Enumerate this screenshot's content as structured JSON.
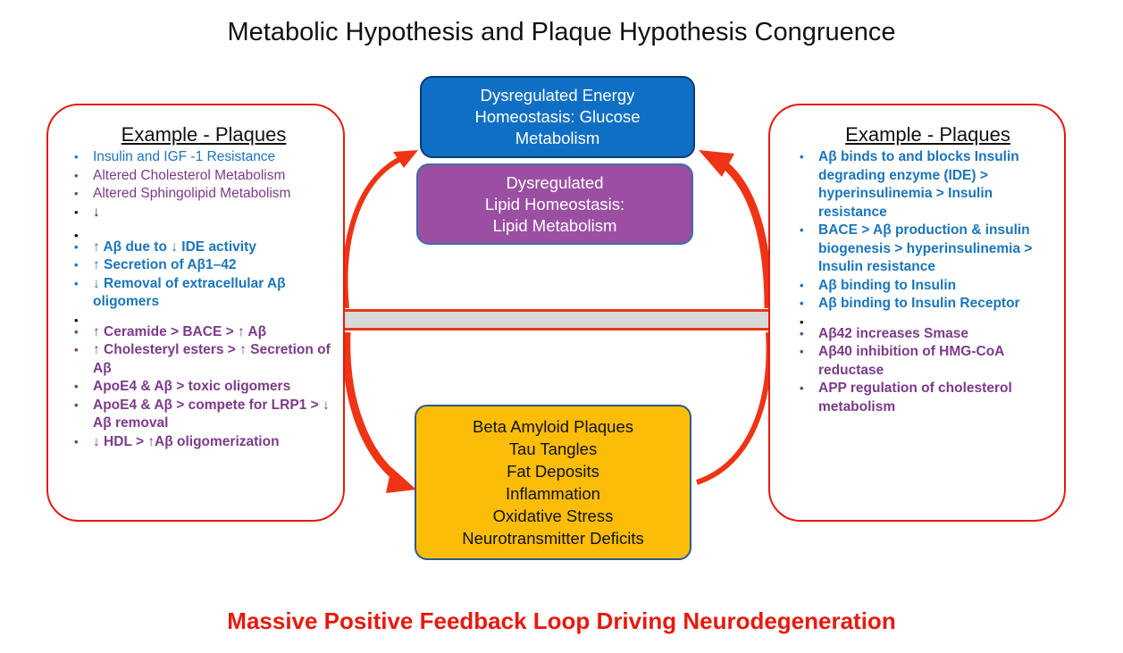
{
  "title": "Metabolic Hypothesis and Plaque Hypothesis Congruence",
  "footer": "Massive Positive Feedback Loop Driving Neurodegeneration",
  "colors": {
    "red": "#e8190e",
    "blue": "#1b75bb",
    "purple": "#7d3a8a",
    "energy_box": "#0f6fc4",
    "lipid_box": "#9b4fa3",
    "outcome_box": "#fbbd07",
    "bar": "#d9d9d9"
  },
  "left_box": {
    "heading": "Example  - Plaques",
    "items": [
      {
        "text": "Insulin and IGF -1 Resistance",
        "kind": "bullet",
        "color": "blue",
        "weight": "normal"
      },
      {
        "text": "Altered Cholesterol Metabolism",
        "kind": "bullet",
        "color": "purple",
        "weight": "normal"
      },
      {
        "text": "Altered Sphingolipid Metabolism",
        "kind": "bullet",
        "color": "purple",
        "weight": "normal"
      },
      {
        "text": "↓",
        "kind": "arrowline"
      },
      {
        "text": "",
        "kind": "spacer"
      },
      {
        "text": "↑ Aβ due to ↓ IDE activity",
        "kind": "bullet",
        "color": "blue",
        "weight": "bold"
      },
      {
        "text": "↑ Secretion of  Aβ1–42",
        "kind": "bullet",
        "color": "blue",
        "weight": "bold"
      },
      {
        "text": "↓ Removal of extracellular Aβ oligomers",
        "kind": "bullet",
        "color": "blue",
        "weight": "bold"
      },
      {
        "text": "",
        "kind": "spacer"
      },
      {
        "text": "↑ Ceramide > BACE > ↑ Aβ",
        "kind": "bullet",
        "color": "purple",
        "weight": "bold"
      },
      {
        "text": "↑ Cholesteryl esters > ↑ Secretion of  Aβ",
        "kind": "bullet",
        "color": "purple",
        "weight": "bold"
      },
      {
        "text": "ApoE4 & Aβ > toxic oligomers",
        "kind": "bullet",
        "color": "purple",
        "weight": "bold"
      },
      {
        "text": "ApoE4 & Aβ > compete for LRP1 > ↓ Aβ removal",
        "kind": "bullet",
        "color": "purple",
        "weight": "bold"
      },
      {
        "text": "↓ HDL > ↑Aβ oligomerization",
        "kind": "bullet",
        "color": "purple",
        "weight": "bold"
      }
    ]
  },
  "right_box": {
    "heading": "Example -  Plaques",
    "items": [
      {
        "text": "Aβ binds to and blocks Insulin degrading enzyme (IDE) > hyperinsulinemia > Insulin resistance",
        "kind": "bullet",
        "color": "blue",
        "weight": "bold"
      },
      {
        "text": "BACE > Aβ production & insulin biogenesis > hyperinsulinemia > Insulin resistance",
        "kind": "bullet",
        "color": "blue",
        "weight": "bold"
      },
      {
        "text": "Aβ binding to Insulin",
        "kind": "bullet",
        "color": "blue",
        "weight": "bold"
      },
      {
        "text": "Aβ binding to Insulin Receptor",
        "kind": "bullet",
        "color": "blue",
        "weight": "bold"
      },
      {
        "text": "",
        "kind": "spacer"
      },
      {
        "text": "Aβ42 increases Smase",
        "kind": "bullet",
        "color": "purple",
        "weight": "bold"
      },
      {
        "text": "Aβ40 inhibition of HMG-CoA reductase",
        "kind": "bullet",
        "color": "purple",
        "weight": "bold"
      },
      {
        "text": "APP regulation of cholesterol metabolism",
        "kind": "bullet",
        "color": "purple",
        "weight": "bold"
      }
    ]
  },
  "energy_box": {
    "lines": [
      "Dysregulated Energy",
      "Homeostasis: Glucose",
      "Metabolism"
    ]
  },
  "lipid_box": {
    "lines": [
      "Dysregulated",
      "Lipid Homeostasis:",
      "Lipid Metabolism"
    ]
  },
  "outcomes_box": {
    "lines": [
      "Beta Amyloid Plaques",
      "Tau Tangles",
      "Fat Deposits",
      "Inflammation",
      "Oxidative Stress",
      "Neurotransmitter Deficits"
    ]
  }
}
